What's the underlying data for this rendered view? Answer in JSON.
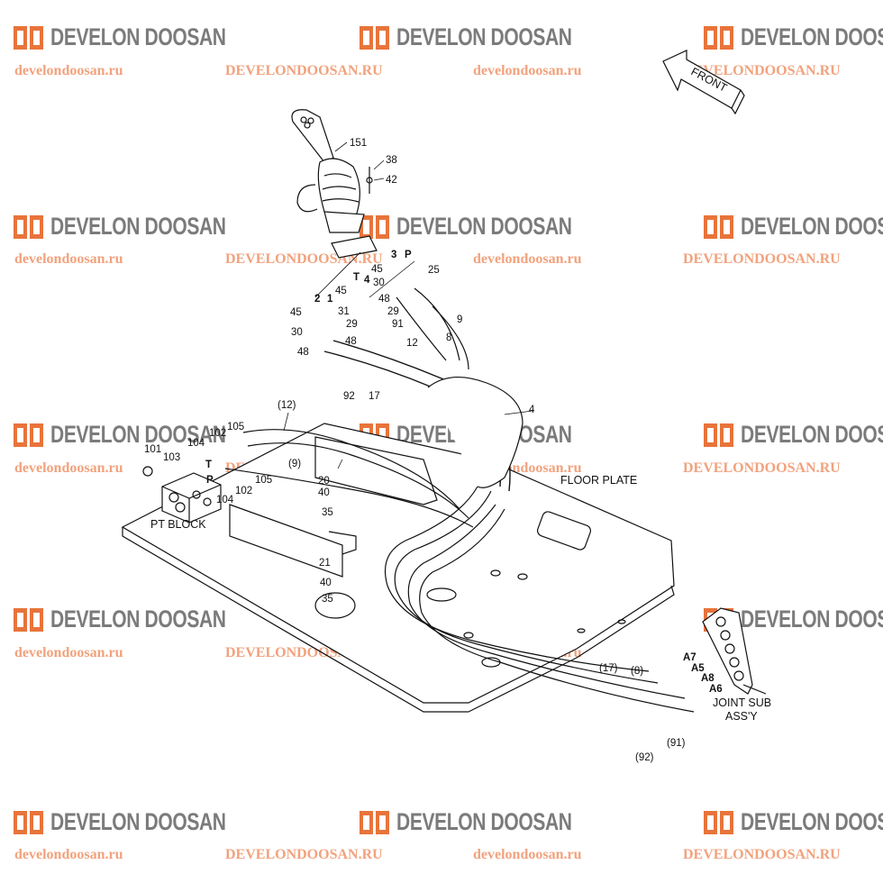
{
  "watermark": {
    "brand": "DEVELON DOOSAN",
    "url_lower": "develondoosan.ru",
    "url_upper": "DEVELONDOOSAN.RU",
    "brand_color": "#e8743b",
    "text_color": "#7b7b7b"
  },
  "orientation": {
    "front_label": "FRONT"
  },
  "assemblies": {
    "pt_block": "PT BLOCK",
    "floor_plate": "FLOOR PLATE",
    "joint_sub_line1": "JOINT SUB",
    "joint_sub_line2": "ASS'Y"
  },
  "part_numbers": {
    "p151": "151",
    "p38": "38",
    "p42": "42",
    "p25": "25",
    "p45a": "45",
    "p30a": "30",
    "p48a": "48",
    "p45b": "45",
    "p45c": "45",
    "p31": "31",
    "p29a": "29",
    "p29b": "29",
    "p30b": "30",
    "p48b": "48",
    "p48c": "48",
    "p91": "91",
    "p12": "12",
    "p9": "9",
    "p8": "8",
    "p92": "92",
    "p17": "17",
    "p4": "4",
    "p12p": "(12)",
    "p9p": "(9)",
    "p101": "101",
    "p103": "103",
    "p102a": "102",
    "p105a": "105",
    "p104a": "104",
    "p102b": "102",
    "p105b": "105",
    "p104b": "104",
    "p20": "20",
    "p40a": "40",
    "p35a": "35",
    "p21": "21",
    "p40b": "40",
    "p35b": "35",
    "p17p": "(17)",
    "p8p": "(8)",
    "p91p": "(91)",
    "p92p": "(92)"
  },
  "port_labels": {
    "T_top": "T",
    "n1": "1",
    "n2": "2",
    "n4": "4",
    "n3": "3",
    "P_top": "P",
    "T_left": "T",
    "P_left": "P",
    "A7": "A7",
    "A5": "A5",
    "A8": "A8",
    "A6": "A6"
  }
}
